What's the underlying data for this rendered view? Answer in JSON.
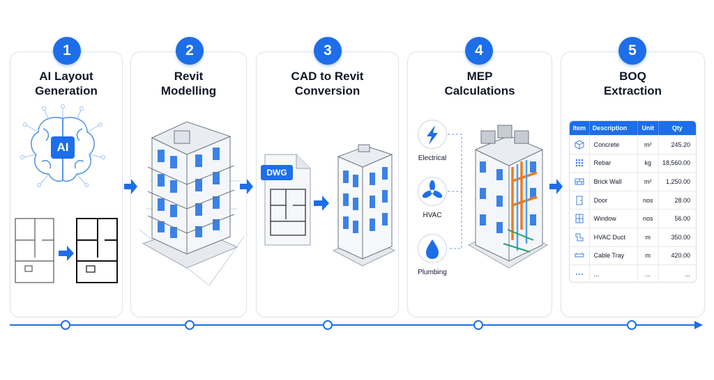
{
  "steps": [
    {
      "number": "1",
      "title_line1": "AI Layout",
      "title_line2": "Generation"
    },
    {
      "number": "2",
      "title_line1": "Revit",
      "title_line2": "Modelling"
    },
    {
      "number": "3",
      "title_line1": "CAD to Revit",
      "title_line2": "Conversion"
    },
    {
      "number": "4",
      "title_line1": "MEP",
      "title_line2": "Calculations"
    },
    {
      "number": "5",
      "title_line1": "BOQ",
      "title_line2": "Extraction"
    }
  ],
  "ai_badge": "AI",
  "dwg_label": "DWG",
  "mep": [
    {
      "label": "Electrical",
      "icon": "lightning-icon"
    },
    {
      "label": "HVAC",
      "icon": "fan-icon"
    },
    {
      "label": "Plumbing",
      "icon": "water-drop-icon"
    }
  ],
  "boq": {
    "headers": [
      "Item",
      "Description",
      "Unit",
      "Qty"
    ],
    "rows": [
      {
        "icon": "cube-icon",
        "description": "Concrete",
        "unit": "m²",
        "qty": "245.20"
      },
      {
        "icon": "rebar-icon",
        "description": "Rebar",
        "unit": "kg",
        "qty": "18,560.00"
      },
      {
        "icon": "brick-icon",
        "description": "Brick Wall",
        "unit": "m²",
        "qty": "1,250.00"
      },
      {
        "icon": "door-icon",
        "description": "Door",
        "unit": "nos",
        "qty": "28.00"
      },
      {
        "icon": "window-icon",
        "description": "Window",
        "unit": "nos",
        "qty": "56.00"
      },
      {
        "icon": "duct-icon",
        "description": "HVAC Duct",
        "unit": "m",
        "qty": "350.00"
      },
      {
        "icon": "cable-tray-icon",
        "description": "Cable Tray",
        "unit": "m",
        "qty": "420.00"
      },
      {
        "icon": "more-icon",
        "description": "...",
        "unit": "...",
        "qty": "..."
      }
    ]
  },
  "colors": {
    "accent": "#1d6ee8",
    "orange": "#f07a1e",
    "green": "#22a36b"
  }
}
